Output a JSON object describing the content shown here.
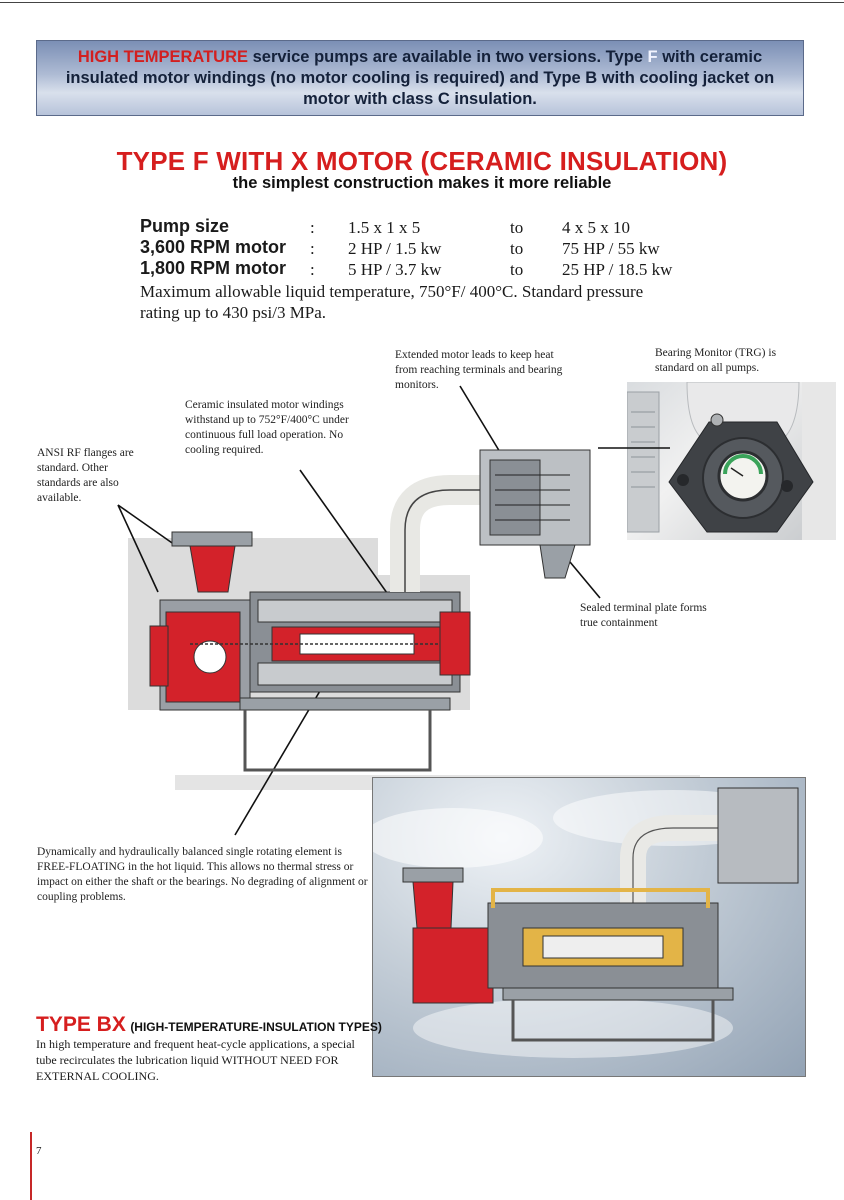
{
  "banner": {
    "lead": "HIGH TEMPERATURE",
    "text1": " service pumps are available in two versions. Type ",
    "f": "F",
    "text2": " with ceramic insulated motor windings (no motor cooling is required) and Type B with cooling jacket on motor with class C insulation."
  },
  "title": "TYPE F WITH X MOTOR (CERAMIC INSULATION)",
  "subtitle": "the simplest construction makes it more reliable",
  "specs": [
    {
      "label": "Pump size",
      "colon": ":",
      "from": "1.5 x 1 x 5",
      "to": "to",
      "max": "4 x 5 x 10"
    },
    {
      "label": "3,600 RPM motor",
      "colon": ":",
      "from": "2 HP / 1.5 kw",
      "to": "to",
      "max": "75 HP / 55 kw"
    },
    {
      "label": "1,800 RPM motor",
      "colon": ":",
      "from": "5 HP / 3.7 kw",
      "to": "to",
      "max": "25 HP / 18.5 kw"
    }
  ],
  "note": "Maximum allowable liquid temperature, 750°F/ 400°C. Standard pressure rating up to 430 psi/3 MPa.",
  "captions": {
    "extended": "Extended motor leads to keep heat from reaching terminals and bearing monitors.",
    "bearing": "Bearing Monitor (TRG) is standard on all pumps.",
    "ceramic_1": "Ceramic insulated motor windings withstand up to",
    "ceramic_2": "752°F/400°C",
    "ceramic_3": " under continuous full load operation. No cooling required.",
    "ansi": "ANSI RF flanges are standard. Other standards are also available.",
    "sealed": "Sealed terminal plate forms true containment",
    "dynamic": "Dynamically and hydraulically balanced single rotating element is FREE-FLOATING in the hot liquid. This allows no thermal stress or impact on either the shaft or the bearings. No degrading of alignment or coupling problems."
  },
  "typebx": {
    "big": "TYPE BX",
    "small": "(HIGH-TEMPERATURE-INSULATION TYPES)",
    "text": "In high temperature and frequent heat-cycle applications, a special tube recirculates the lubrication liquid WITHOUT NEED FOR EXTERNAL COOLING."
  },
  "page_number": "7",
  "colors": {
    "red": "#d61e1e",
    "banner_blue": "#7b8fb5",
    "pump_red": "#d3222a",
    "motor_gray": "#8a8f95",
    "jacket_yellow": "#e3b447"
  }
}
